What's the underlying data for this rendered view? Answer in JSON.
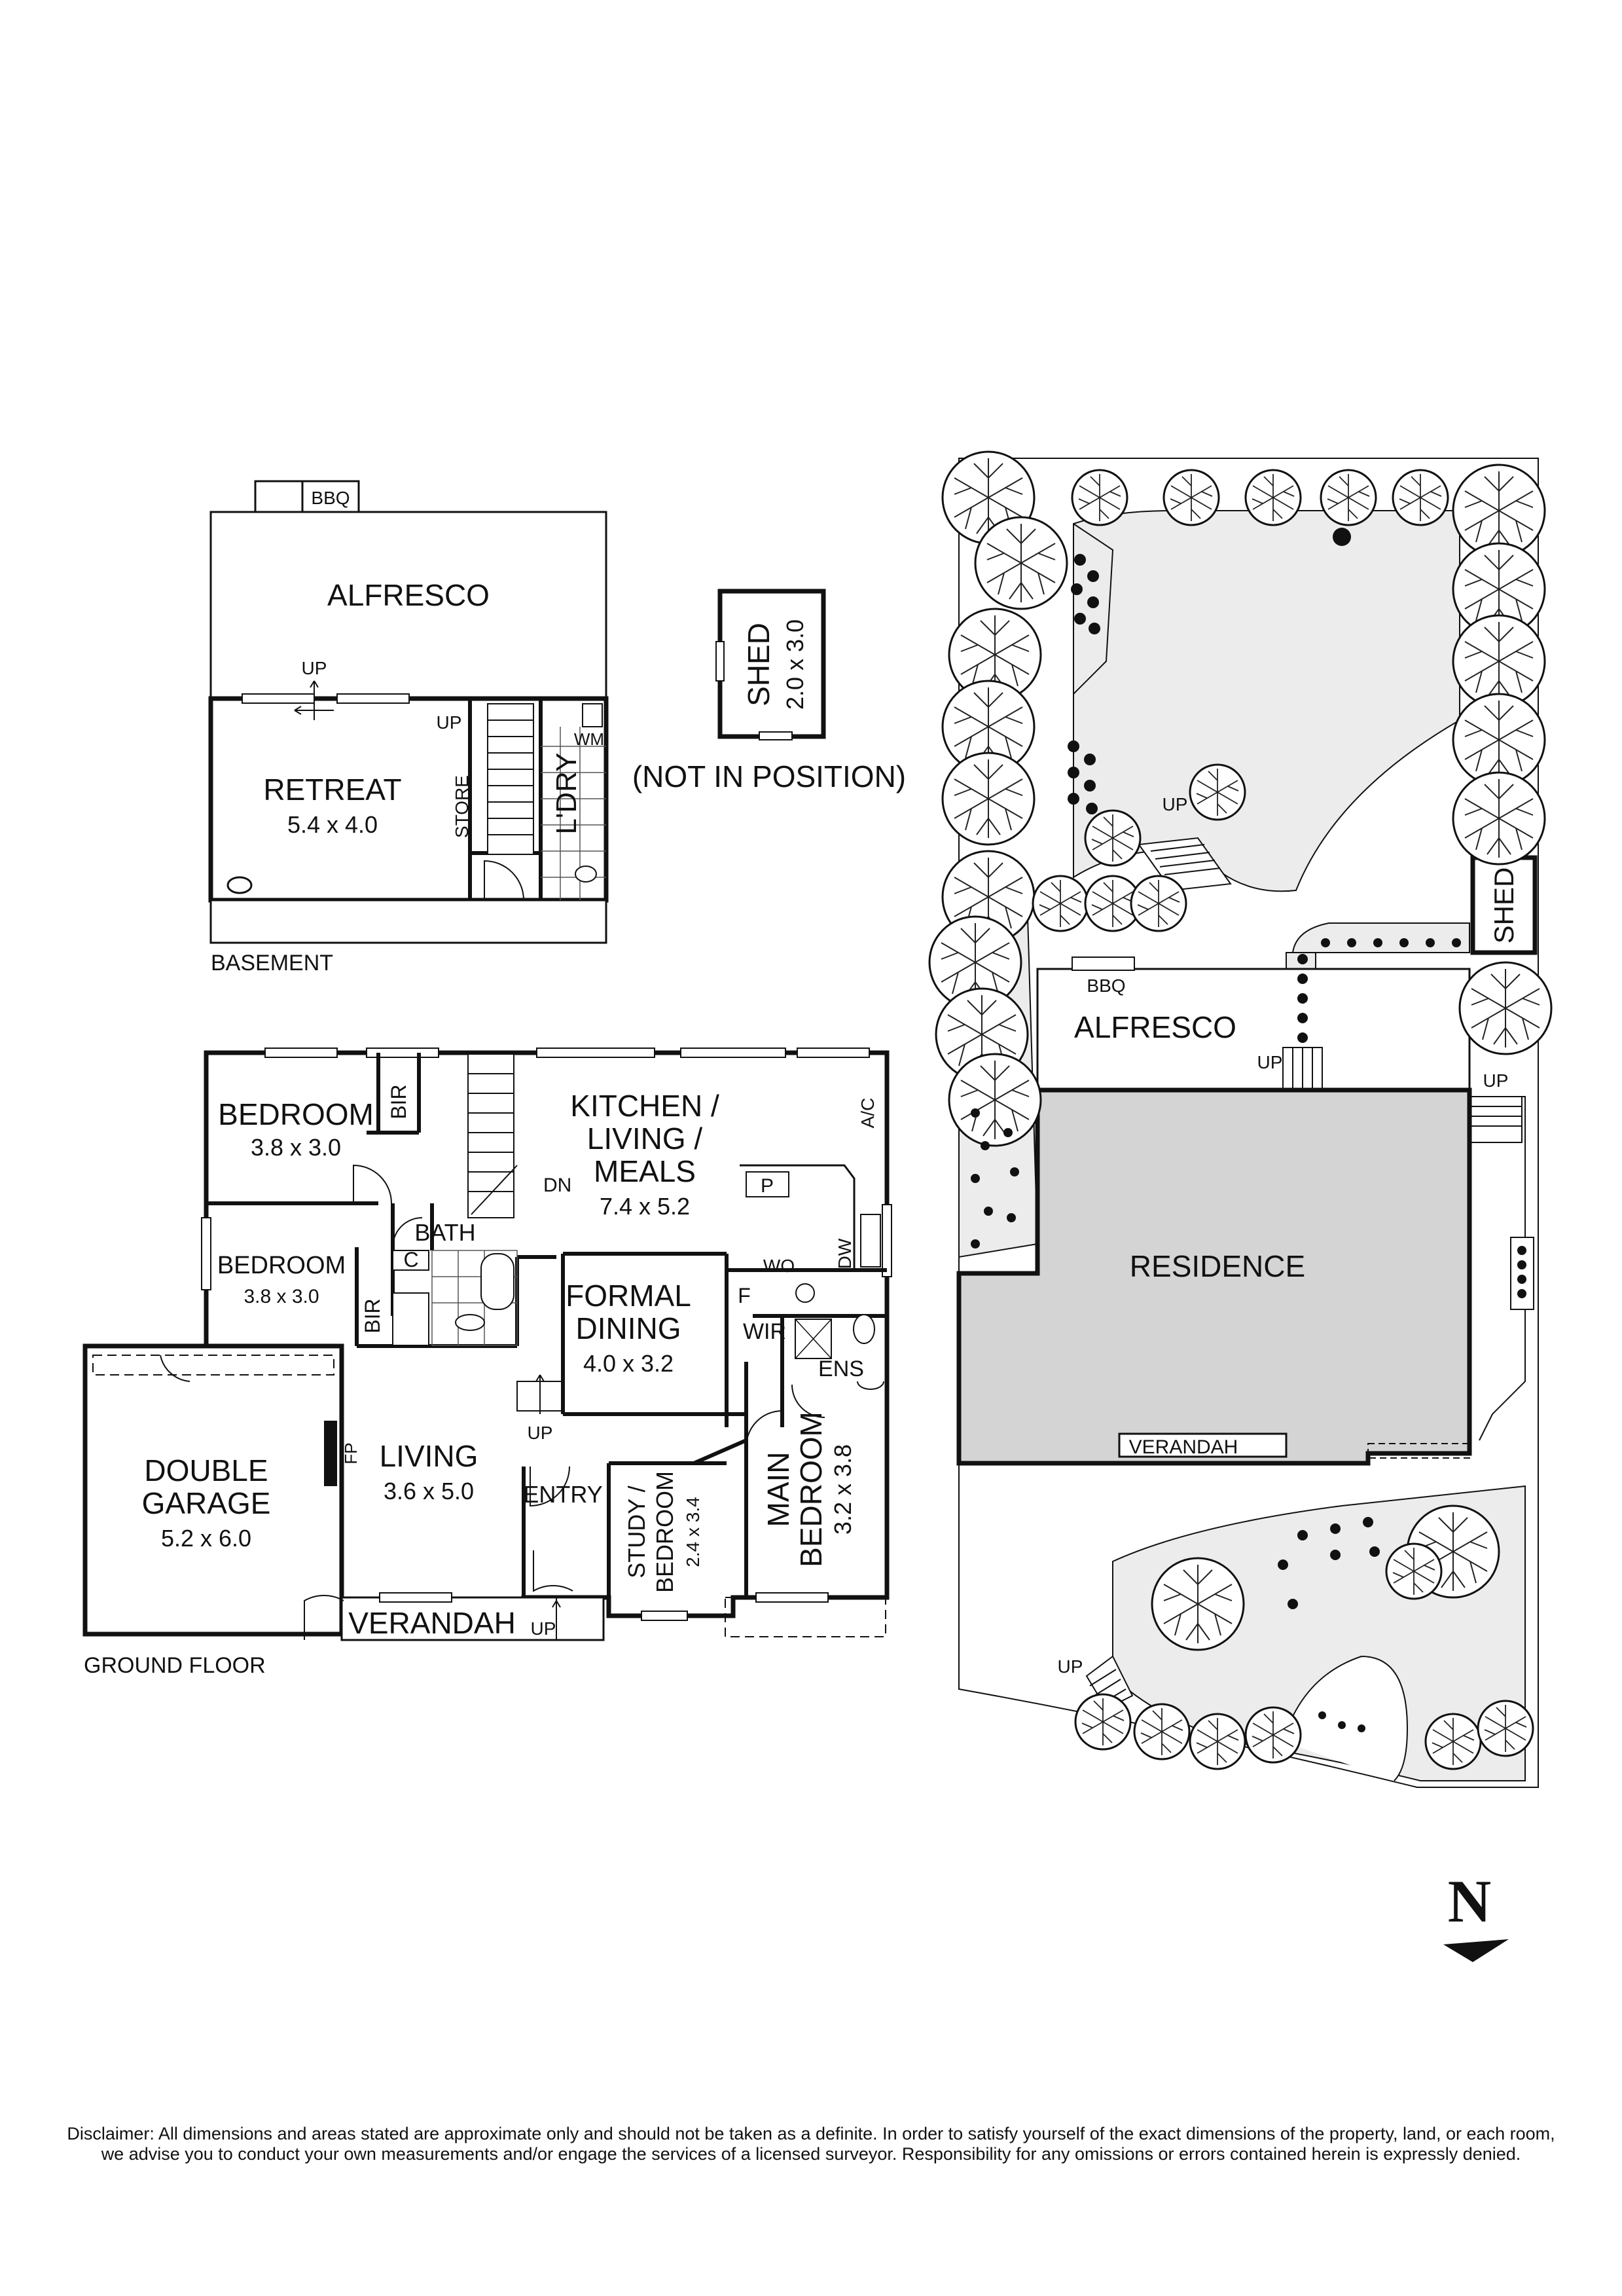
{
  "basement": {
    "floor_label": "BASEMENT",
    "bbq": "BBQ",
    "alfresco": "ALFRESCO",
    "retreat_name": "RETREAT",
    "retreat_dims": "5.4 x 4.0",
    "store": "STORE",
    "laundry": "L'DRY",
    "wm": "WM",
    "up_outer": "UP",
    "up_stair": "UP"
  },
  "shed": {
    "name": "SHED",
    "dims": "2.0 x 3.0",
    "note": "(NOT IN POSITION)"
  },
  "ground": {
    "floor_label": "GROUND FLOOR",
    "bedroom1_name": "BEDROOM",
    "bedroom1_dims": "3.8 x 3.0",
    "bir1": "BIR",
    "bedroom2_name": "BEDROOM",
    "bedroom2_dims": "3.8 x 3.0",
    "bir2": "BIR",
    "bath": "BATH",
    "c": "C",
    "kitchen_l1": "KITCHEN /",
    "kitchen_l2": "LIVING /",
    "kitchen_l3": "MEALS",
    "kitchen_dims": "7.4 x 5.2",
    "dn": "DN",
    "ac": "A/C",
    "p": "P",
    "dw": "DW",
    "wo": "WO",
    "f": "F",
    "formal_l1": "FORMAL",
    "formal_l2": "DINING",
    "formal_dims": "4.0 x 3.2",
    "wir": "WIR",
    "ens": "ENS",
    "up_dining": "UP",
    "garage_l1": "DOUBLE",
    "garage_l2": "GARAGE",
    "garage_dims": "5.2 x 6.0",
    "fp": "FP",
    "living_name": "LIVING",
    "living_dims": "3.6 x 5.0",
    "entry": "ENTRY",
    "study_l1": "STUDY /",
    "study_l2": "BEDROOM",
    "study_dims": "2.4 x 3.4",
    "main_l1": "MAIN",
    "main_l2": "BEDROOM",
    "main_dims": "3.2 x 3.8",
    "verandah": "VERANDAH",
    "up_verandah": "UP"
  },
  "site": {
    "up_garden": "UP",
    "shed": "SHED",
    "bbq": "BBQ",
    "alfresco": "ALFRESCO",
    "up_alfresco": "UP",
    "up_side": "UP",
    "residence": "RESIDENCE",
    "verandah": "VERANDAH",
    "up_front": "UP"
  },
  "north": "N",
  "disclaimer": "Disclaimer: All dimensions and areas stated are approximate only and should not be taken as a definite. In order to satisfy yourself of the exact dimensions of the property, land, or each room, we advise you to conduct your own measurements and/or engage the services of a licensed surveyor. Responsibility for any omissions or errors contained herein is expressly denied.",
  "colors": {
    "wall": "#111111",
    "residence_fill": "#d4d4d4",
    "garden_fill": "#ececec",
    "white": "#ffffff"
  }
}
